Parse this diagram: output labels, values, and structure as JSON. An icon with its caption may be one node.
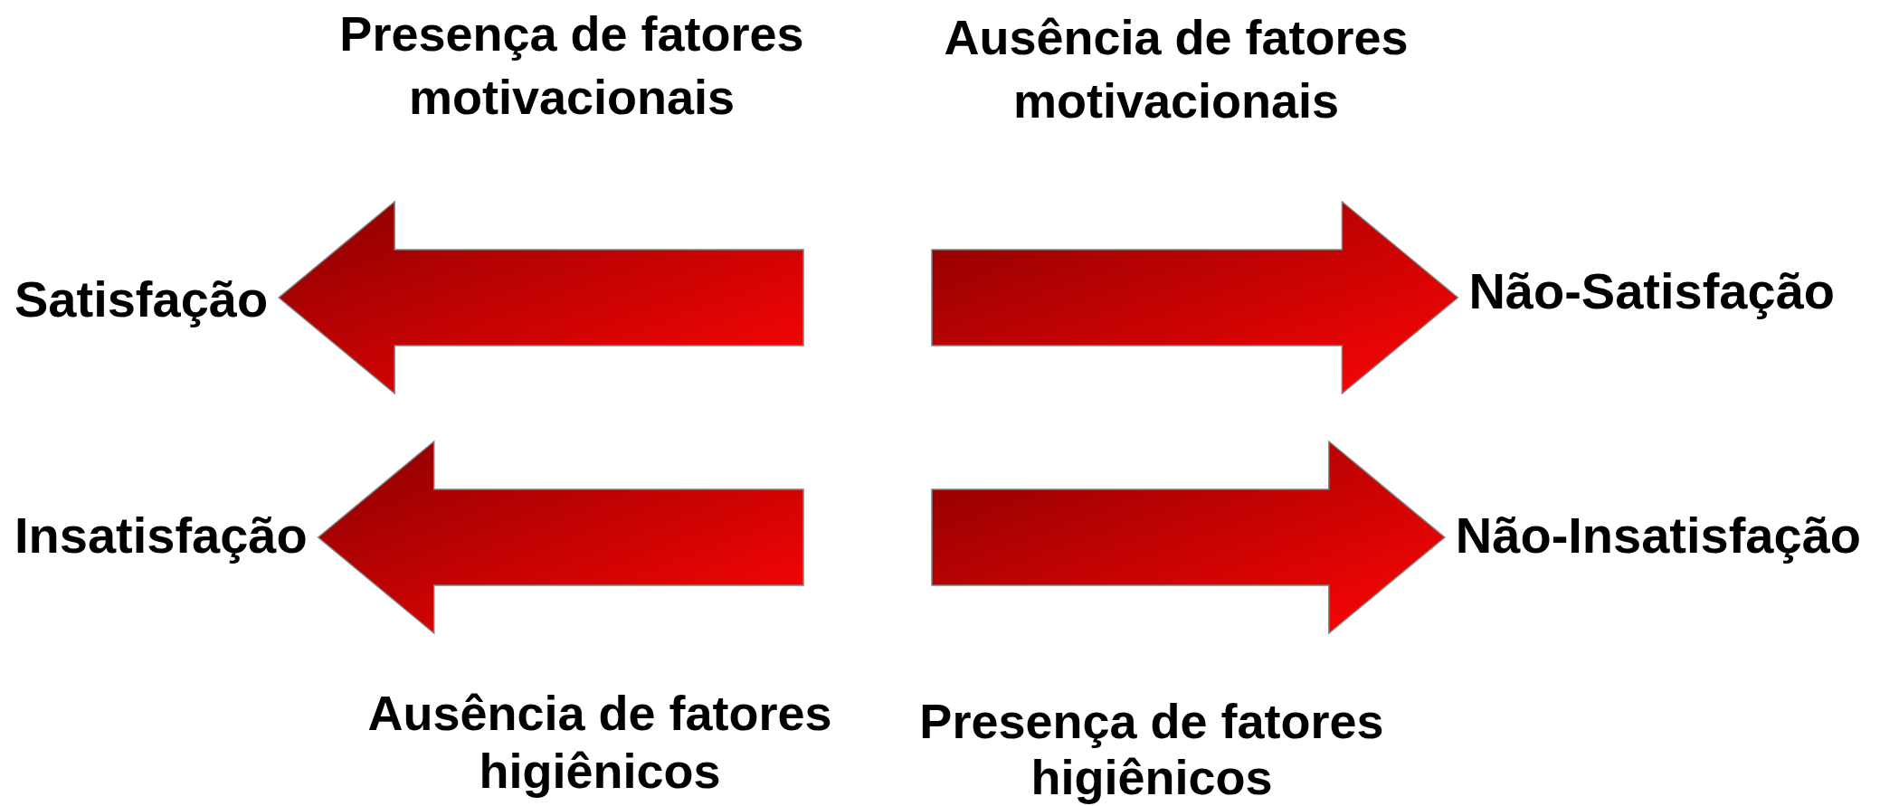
{
  "diagram": {
    "nodes": [
      {
        "text": [
          "Satisfação"
        ]
      },
      {
        "text": [
          "Não-Satisfação"
        ]
      },
      {
        "text": [
          "Insatisfação"
        ]
      },
      {
        "text": [
          "Não-Insatisfação"
        ]
      }
    ],
    "edges": [
      {
        "from": null,
        "to": 0,
        "arrow": "to"
      },
      {
        "from": null,
        "to": 1,
        "arrow": "to"
      },
      {
        "from": null,
        "to": 2,
        "arrow": "to"
      },
      {
        "from": null,
        "to": 3,
        "arrow": "to"
      }
    ],
    "labels": [
      "Presença de fatores motivacionais",
      "Ausência de fatores motivacionais",
      "Ausência de fatores higiênicos",
      "Presença de fatores higiênicos"
    ]
  }
}
